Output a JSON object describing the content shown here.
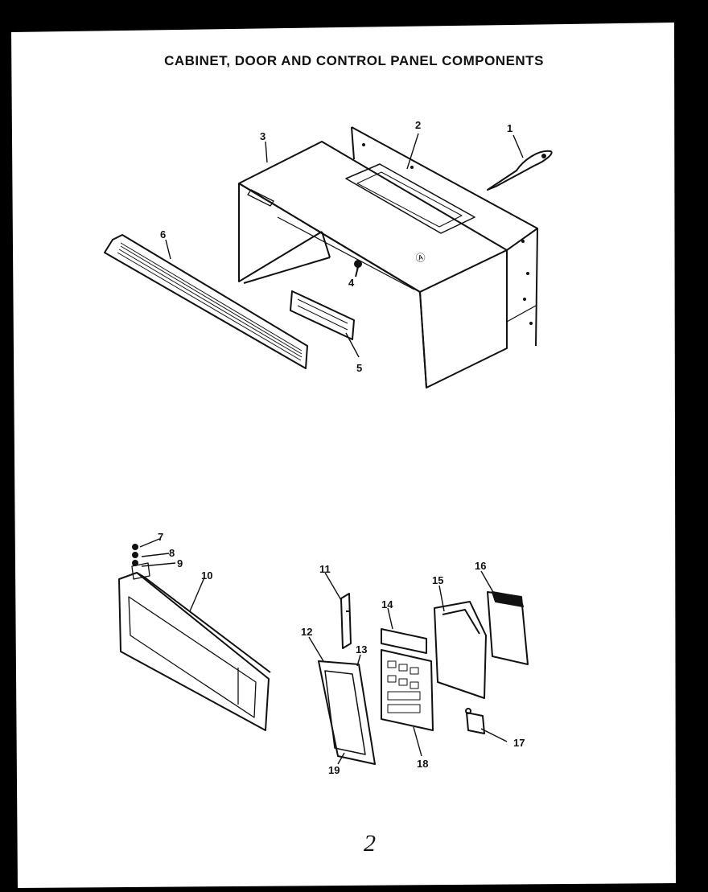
{
  "title": "CABINET, DOOR AND CONTROL PANEL COMPONENTS",
  "callouts": {
    "c1": "1",
    "c2": "2",
    "c3": "3",
    "c4": "4",
    "c5": "5",
    "c6": "6",
    "c7": "7",
    "c8": "8",
    "c9": "9",
    "c10": "10",
    "c11": "11",
    "c12": "12",
    "c13": "13",
    "c14": "14",
    "c15": "15",
    "c16": "16",
    "c17": "17",
    "c18": "18",
    "c19": "19"
  },
  "page_mark": "2",
  "colors": {
    "paper": "#ffffff",
    "ink": "#111111",
    "frame": "#000000"
  }
}
